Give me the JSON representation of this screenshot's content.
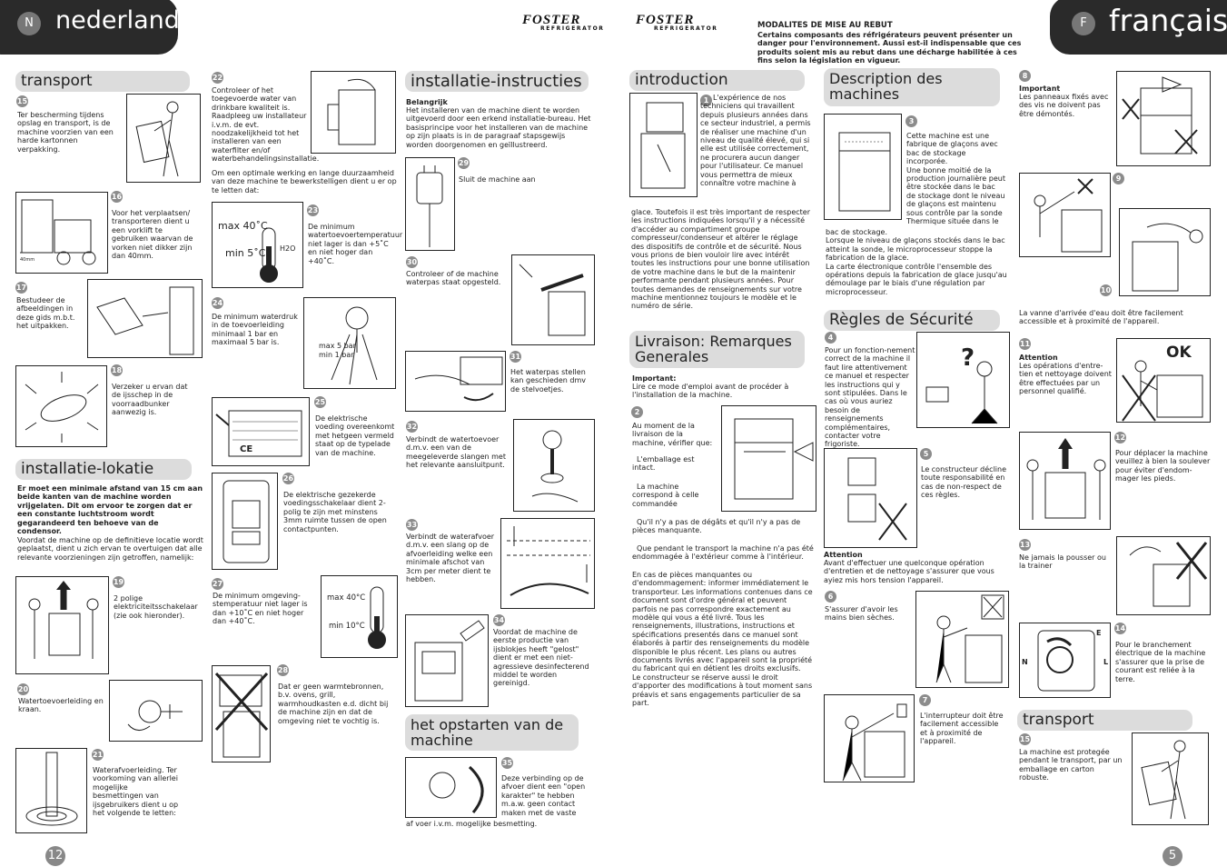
{
  "left_page": {
    "language_tab": {
      "letter": "N",
      "word": "nederlands"
    },
    "page_number": "12",
    "headings": {
      "transport": "transport",
      "installatie_lokatie": "installatie-lokatie",
      "installatie_instructies": "installatie-instructies",
      "opstarten": "het opstarten van de machine"
    },
    "steps": {
      "s15": {
        "n": "15",
        "text": "Ter bescherming tijdens opslag en transport, is de machine voorzien van een harde kartonnen verpakking."
      },
      "s16": {
        "n": "16",
        "text": "Voor het verplaatsen/ transporteren dient u een vorklift te gebruiken waarvan de vorken niet dikker zijn dan 40mm."
      },
      "s17": {
        "n": "17",
        "text": "Bestudeer de afbeeldingen in deze gids m.b.t. het uitpakken."
      },
      "s18": {
        "n": "18",
        "text": "Verzeker u ervan dat de ijsschep in de voorraadbunker aanwezig is."
      },
      "lokatie_bold": "Er moet een minimale afstand van 15 cm aan beide kanten van de machine worden vrijgelaten. Dit om ervoor te zorgen dat er een constante luchtstroom wordt gegarandeerd ten behoeve van de condensor.",
      "lokatie_text": "Voordat de machine op de definitieve locatie wordt geplaatst, dient u zich ervan te overtuigen dat alle relevante voorzieningen zijn getroffen, namelijk:",
      "s19": {
        "n": "19",
        "text": "2 polige elektriciteitsschakelaar (zie ook hieronder)."
      },
      "s20": {
        "n": "20",
        "text": "Watertoevoerleiding en kraan."
      },
      "s21": {
        "n": "21",
        "text": "Waterafvoerleiding. Ter voorkoming van allerlei mogelijke besmettingen van ijsgebruikers dient u op het volgende te letten:"
      },
      "s22": {
        "n": "22",
        "text": "Controleer of het toegevoerde water van drinkbare kwaliteit is. Raadpleeg uw installateur i.v.m. de evt. noodzakelijkheid tot het installeren van een waterfilter en/of waterbehandelingsinstallatie."
      },
      "s22_after": "Om een optimale werking en lange duurzaamheid van deze machine te bewerkstelligen dient u er op te letten dat:",
      "s23": {
        "n": "23",
        "text": "De minimum watertoevoertemperatuur niet lager is dan +5˚C en niet hoger dan +40˚C."
      },
      "s24": {
        "n": "24",
        "text": "De minimum waterdruk in de toevoerleiding minimaal 1 bar en maximaal 5 bar is."
      },
      "s25": {
        "n": "25",
        "text": "De elektrische voeding overeenkomt met hetgeen vermeld staat op de typelade van de machine."
      },
      "s26": {
        "n": "26",
        "text": "De elektrische gezekerde voedingsschakelaar dient 2-polig te zijn met minstens 3mm ruimte tussen de open contactpunten."
      },
      "s27": {
        "n": "27",
        "text": "De minimum omgeving-stemperatuur niet lager is dan +10˚C en niet hoger dan +40˚C."
      },
      "s28": {
        "n": "28",
        "text": "Dat er geen warmtebronnen, b.v. ovens, grill, warmhoudkasten e.d. dicht bij de machine zijn en dat de omgeving niet te vochtig is."
      },
      "belangrijk_label": "Belangrijk",
      "belangrijk_text": "Het installeren van de machine dient te worden uitgevoerd door een erkend installatie-bureau. Het basisprincipe voor het installeren van de machine op zijn plaats is in de paragraaf stapsgewijs worden doorgenomen en geïllustreerd.",
      "s29": {
        "n": "29",
        "text": "Sluit de machine aan"
      },
      "s30": {
        "n": "30",
        "text": "Controleer of de machine waterpas staat opgesteld."
      },
      "s31": {
        "n": "31",
        "text": "Het waterpas stellen kan geschieden dmv de stelvoetjes."
      },
      "s32": {
        "n": "32",
        "text": "Verbindt de watertoevoer d.m.v. een van de meegeleverde slangen met het relevante aansluitpunt."
      },
      "s33": {
        "n": "33",
        "text": "Verbindt de waterafvoer d.m.v. een slang op de afvoerleiding welke een minimale afschot van 3cm per meter dient te hebben."
      },
      "s34": {
        "n": "34",
        "text": "Voordat de machine de eerste productie van ijsblokjes heeft \"gelost\" dient er met een niet-agressieve desinfecterend middel te worden gereinigd."
      },
      "s35": {
        "n": "35",
        "text": "Deze verbinding op de afvoer dient een \"open karakter\" te hebben m.a.w. geen contact maken met de vaste"
      },
      "s35_tail": "af voer i.v.m. mogelijke besmetting."
    },
    "fig_labels": {
      "fork": "40mm",
      "therm_max": "max 40˚C",
      "therm_min": "min 5˚C",
      "h2o": "H2O",
      "bar_max": "max 5 bar",
      "bar_min": "min 1 bar",
      "therm2_max": "max 40°C",
      "therm2_min": "min 10°C",
      "ce": "CE"
    }
  },
  "logos": [
    {
      "name": "FOSTER",
      "sub": "REFRIGERATOR"
    },
    {
      "name": "FOSTER",
      "sub": "REFRIGERATOR"
    }
  ],
  "right_page": {
    "language_tab": {
      "letter": "F",
      "word": "français"
    },
    "page_number": "5",
    "modalites_title": "MODALITES DE MISE AU REBUT",
    "modalites_text": "Certains composants des réfrigérateurs peuvent présenter un danger pour l'environnement. Aussi est-il indispensable que ces produits soient mis au rebut dans une décharge habilitée à ces fins selon la législation en vigueur.",
    "headings": {
      "introduction": "introduction",
      "livraison": "Livraison: Remarques Generales",
      "description": "Description des machines",
      "regles": "Règles de Sécurité",
      "transport": "transport"
    },
    "s1": {
      "n": "1",
      "text_top": "L'expérience de nos techniciens qui travaillent depuis plusieurs années dans ce secteur industriel, a permis de réaliser une machine d'un niveau de qualité élevé, qui si elle est utilisée correctement, ne procurera aucun danger pour l'utilisateur. Ce manuel vous permettra de mieux connaître votre machine à",
      "text_bottom": "glace. Toutefois il est très important de respecter les instructions indiquées lorsqu'il y a nécessité d'accéder au compartiment groupe compresseur/condenseur et altérer le réglage des dispositifs de contrôle et de sécurité. Nous vous prions de bien vouloir lire avec intérêt toutes les instructions pour une bonne utilisation de votre machine dans le but de la maintenir performante pendant plusieurs années. Pour toutes demandes de renseignements sur votre machine mentionnez toujours le modèle et le numéro de série."
    },
    "important_label": "Important:",
    "important_text": "Lire ce mode d'emploi avant de procéder à l'installation de la machine.",
    "s2": {
      "n": "2",
      "text": "Au moment de la livraison de la machine, vérifier que:",
      "item1": "L'emballage est intact.",
      "item2": "La machine correspond à celle commandée",
      "item3": "Qu'il n'y a pas de dégâts et qu'il n'y a pas de pièces manquante.",
      "item4": "Que pendant le transport la machine n'a pas été endommagée à l'extérieur comme à l'intérieur.",
      "para": "En cas de pièces manquantes ou d'endommagement: informer immédiatement le transporteur. Les informations contenues dans ce document sont d'ordre général et peuvent parfois ne pas correspondre exactement au modèle qui vous a été livré. Tous les renseignements, illustrations, instructions et spécifications presentés dans ce manuel sont élaborés à partir des renseignements du modèle disponible le plus récent. Les plans ou autres documents livrés avec l'appareil sont la propriété du fabricant qui en détient les droits exclusifs.\nLe constructeur se réserve aussi le droit d'apporter des modifications à tout moment sans préavis et sans engagements particulier de sa part."
    },
    "s3": {
      "n": "3",
      "text": "Cette machine est une fabrique de glaçons avec bac de stockage incorporée.\nUne bonne moitié de la production journalière peut être stockée dans le bac de stockage dont le niveau de glaçons est maintenu sous contrôle par la sonde Thermique située dans le",
      "text_bottom": "bac de stockage.\nLorsque le niveau de glaçons stockés dans le bac atteint la sonde, le microprocesseur stoppe la fabrication de la glace.\nLa carte électronique contrôle l'ensemble des opérations depuis la fabrication de glace jusqu'au démoulage par le biais d'une régulation par microprocesseur."
    },
    "s4": {
      "n": "4",
      "text": "Pour un fonction-nement correct de la machine il faut lire attentivement ce manuel et respecter les instructions qui y sont stipulées. Dans le cas où vous auriez besoin de renseignements complémentaires, contacter votre frigoriste."
    },
    "s5": {
      "n": "5",
      "text": "Le constructeur décline toute responsabilité en cas de non-respect de ces règles."
    },
    "attention_label": "Attention",
    "attention_text": "Avant d'effectuer une quelconque opération d'entretien et de nettoyage s'assurer que vous ayiez mis hors tension l'appareil.",
    "s6": {
      "n": "6",
      "text": "S'assurer d'avoir les mains bien sèches."
    },
    "s7": {
      "n": "7",
      "text": "L'interrupteur doit être facilement accessible et à proximité de l'appareil."
    },
    "s8": {
      "n": "8",
      "label": "Important",
      "text": "Les panneaux fixés avec des vis ne doivent pas être démontés."
    },
    "s9": {
      "n": "9"
    },
    "s10": {
      "n": "10",
      "text": "La vanne d'arrivée d'eau doit être facilement accessible et à proximité de l'appareil."
    },
    "s11": {
      "n": "11",
      "label": "Attention",
      "text": "Les opérations d'entre-tien et nettoyage doivent être effectuées par un personnel qualifié.",
      "ok": "OK"
    },
    "s12": {
      "n": "12",
      "text": "Pour déplacer la machine veuillez à bien la soulever pour éviter d'endom-mager les pieds."
    },
    "s13": {
      "n": "13",
      "text": "Ne jamais la pousser ou la trainer"
    },
    "s14": {
      "n": "14",
      "text": "Pour le branchement électrique de la machine s'assurer que la prise de courant est reliée à la terre.",
      "e": "E",
      "n_label": "N",
      "l": "L"
    },
    "s15": {
      "n": "15",
      "text": "La machine est protegée pendant le transport, par un emballage en carton robuste."
    }
  },
  "colors": {
    "tab": "#2a2a2a",
    "heading_bg": "#dcdcdc",
    "badge": "#8c8c8c"
  }
}
